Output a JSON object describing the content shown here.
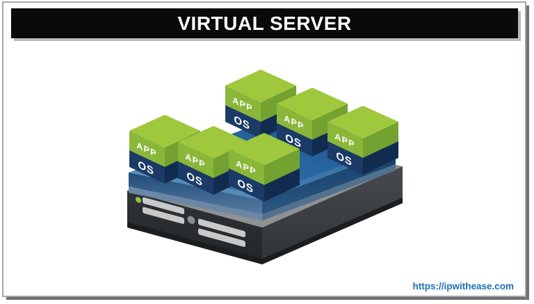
{
  "header": {
    "title": "VIRTUAL SERVER",
    "bar_color": "#0a0a0a",
    "text_color": "#ffffff"
  },
  "footer": {
    "link": "https://ipwithease.com",
    "link_color": "#1a70b8"
  },
  "frame": {
    "border_color": "#a4a5a7",
    "shadow_color": "#6f7072",
    "background": "#ffffff"
  },
  "diagram": {
    "vm_count": 6,
    "vm_labels": {
      "app": "APP",
      "os": "OS"
    },
    "colors": {
      "vm_top": "#9fc83c",
      "vm_left": "#8ab63a",
      "vm_right": "#73a231",
      "os_left": "#1b3a66",
      "os_right": "#122c50",
      "hyp_top_light": "#3878b1",
      "hyp_top_mid": "#2766a0",
      "hyp_top_dark": "#1d4f84",
      "hyp_left_top": "#1f4b79",
      "hyp_left_bottom": "#587ba0",
      "hyp_right_top": "#16406b",
      "hyp_right_bottom": "#2a567f",
      "glass_left": "#6a87a5",
      "glass_right": "#52718f",
      "rim": "#8e9092",
      "server_left_top": "#303335",
      "server_left_bottom": "#232629",
      "server_right_top": "#46494d",
      "server_right_bottom": "#303437",
      "server_edge_dark": "#1b1e20",
      "slat": "#c8c9ca",
      "led": "#95c93d",
      "knob": "#8b8e90",
      "label_text": "#ffffff"
    }
  }
}
